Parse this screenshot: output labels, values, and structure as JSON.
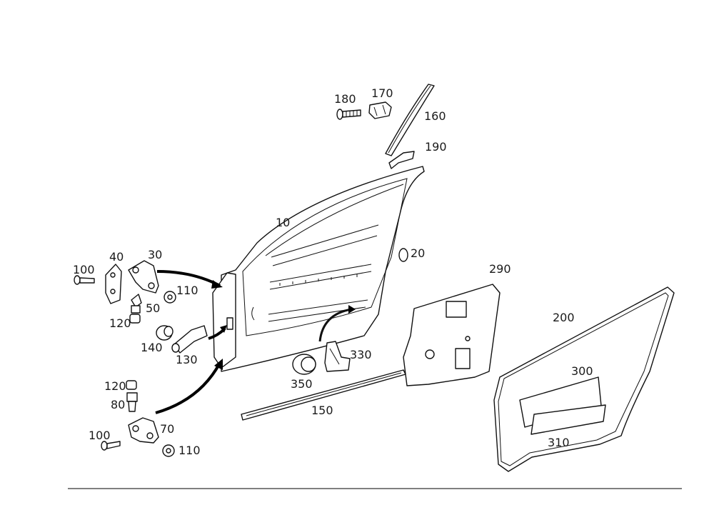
{
  "labels": {
    "l10": "10",
    "l20": "20",
    "l30": "30",
    "l40": "40",
    "l50": "50",
    "l70": "70",
    "l80": "80",
    "l100a": "100",
    "l100b": "100",
    "l110a": "110",
    "l110b": "110",
    "l120a": "120",
    "l120b": "120",
    "l130": "130",
    "l140": "140",
    "l150": "150",
    "l160": "160",
    "l170": "170",
    "l180": "180",
    "l190": "190",
    "l200": "200",
    "l290": "290",
    "l300": "300",
    "l310": "310",
    "l330": "330",
    "l350": "350"
  },
  "colors": {
    "line": "#111111",
    "background": "#ffffff"
  }
}
